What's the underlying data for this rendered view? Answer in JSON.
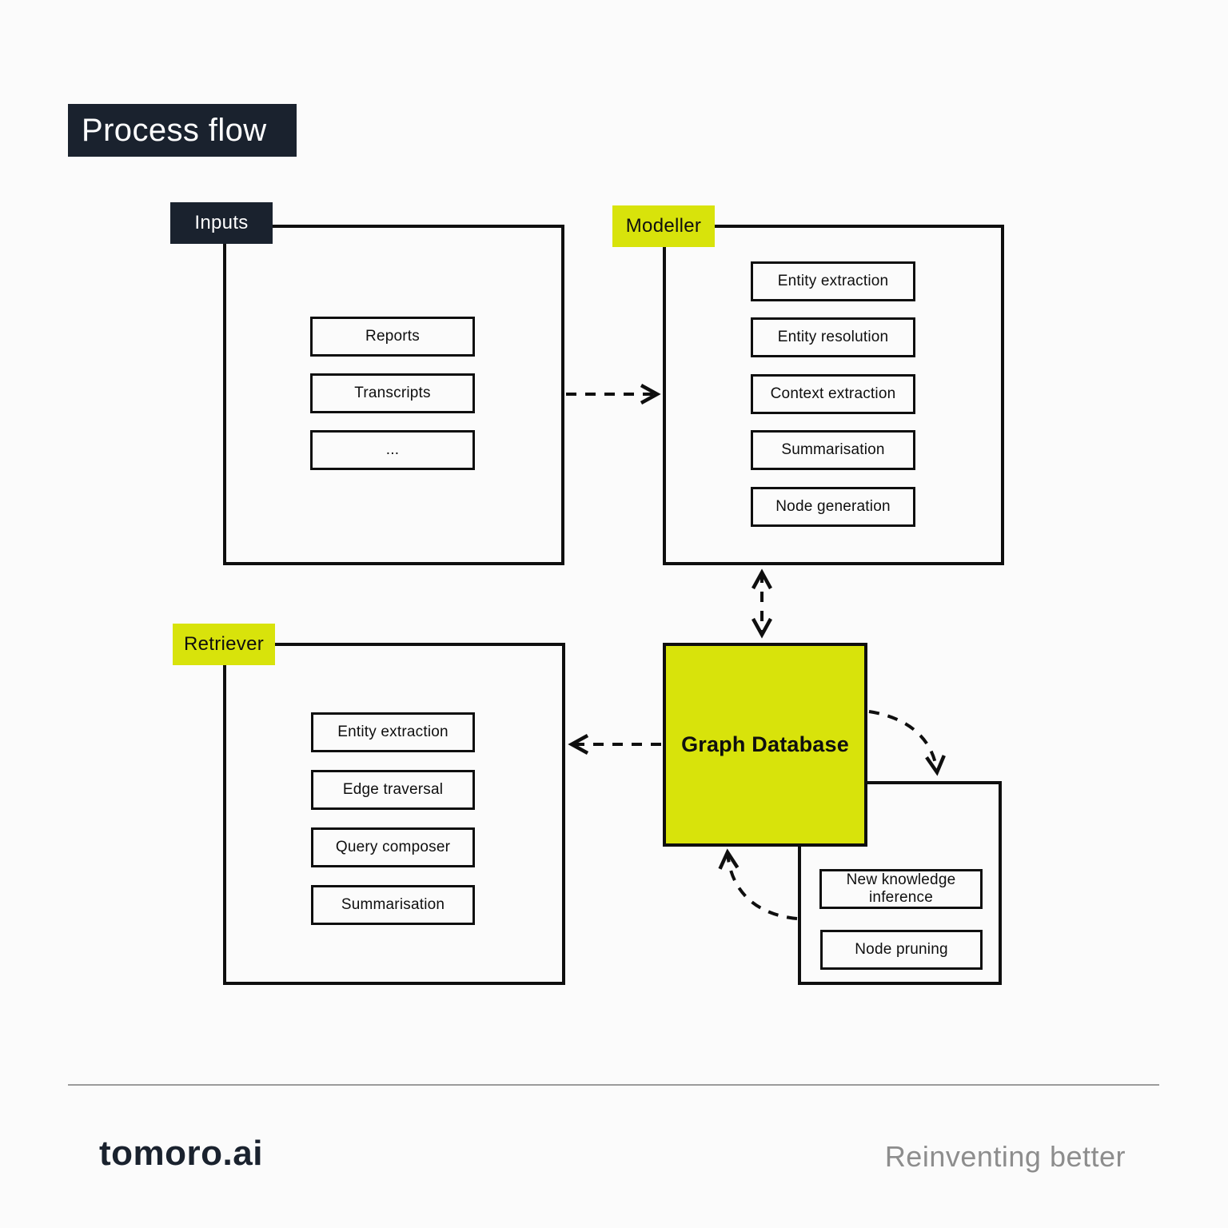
{
  "page": {
    "title": "Process flow"
  },
  "diagram": {
    "inputs": {
      "label": "Inputs",
      "items": [
        "Reports",
        "Transcripts",
        "..."
      ]
    },
    "modeller": {
      "label": "Modeller",
      "items": [
        "Entity extraction",
        "Entity resolution",
        "Context extraction",
        "Summarisation",
        "Node generation"
      ]
    },
    "retriever": {
      "label": "Retriever",
      "items": [
        "Entity extraction",
        "Edge traversal",
        "Query composer",
        "Summarisation"
      ]
    },
    "graph_database": {
      "label": "Graph Database"
    },
    "maintenance": {
      "items": [
        "New knowledge inference",
        "Node pruning"
      ]
    }
  },
  "footer": {
    "logo": "tomoro.ai",
    "tagline": "Reinventing better"
  },
  "colors": {
    "accent": "#d8e30b",
    "dark_navy": "#1a222e",
    "line_black": "#0f0f0f",
    "background": "#fbfbfb",
    "tagline_gray": "#8d8d8d"
  }
}
